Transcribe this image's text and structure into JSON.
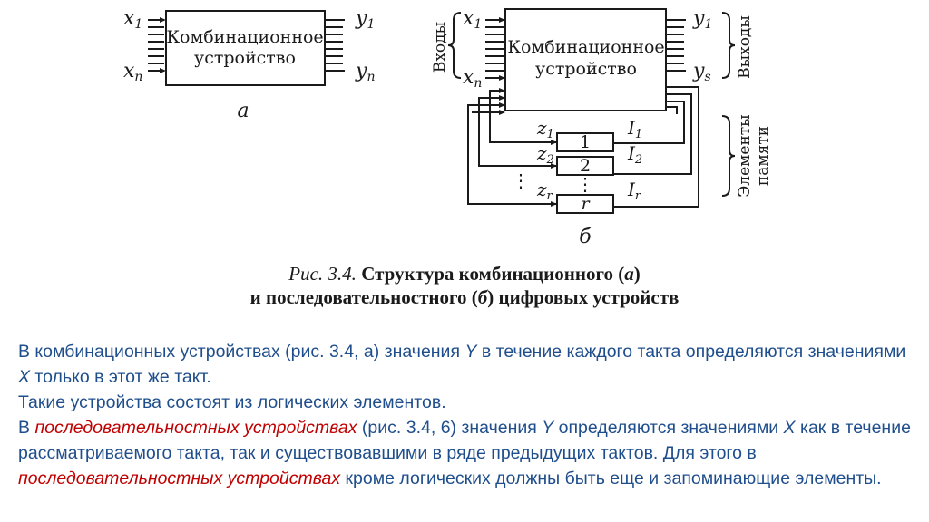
{
  "figure": {
    "a": {
      "block_label_line1": "Комбинационное",
      "block_label_line2": "устройство",
      "in_first": "x",
      "in_first_sub": "1",
      "in_last": "x",
      "in_last_sub": "n",
      "out_first": "y",
      "out_first_sub": "1",
      "out_last": "y",
      "out_last_sub": "n",
      "sublabel": "а"
    },
    "b": {
      "block_label_line1": "Комбинационное",
      "block_label_line2": "устройство",
      "inputs_label": "Входы",
      "outputs_label": "Выходы",
      "memory_label_line1": "Элементы",
      "memory_label_line2": "памяти",
      "in_first": "x",
      "in_first_sub": "1",
      "in_last": "x",
      "in_last_sub": "n",
      "out_first": "y",
      "out_first_sub": "1",
      "out_last": "y",
      "out_last_sub": "s",
      "z_labels": [
        {
          "main": "z",
          "sub": "1"
        },
        {
          "main": "z",
          "sub": "2"
        },
        {
          "main": "z",
          "sub": "r"
        }
      ],
      "i_labels": [
        {
          "main": "I",
          "sub": "1"
        },
        {
          "main": "I",
          "sub": "2"
        },
        {
          "main": "I",
          "sub": "r"
        }
      ],
      "memory_cells": [
        "1",
        "2",
        "r"
      ],
      "dots": "⋮",
      "sublabel": "б"
    }
  },
  "caption": {
    "prefix": "Рис. 3.4.",
    "line1_text": "Структура комбинационного (",
    "line1_var": "а",
    "line1_end": ")",
    "line2_text_a": "и последовательностного (",
    "line2_var": "б",
    "line2_text_b": ") цифровых устройств"
  },
  "text": {
    "p1_a": "В комбинационных устройствах (рис. 3.4, а) значения ",
    "p1_var1": "Y",
    "p1_b": " в течение каждого такта определяются значениями ",
    "p1_var2": "X",
    "p1_c": " только в этот же такт.",
    "p2": "Такие устройства состоят из логических элементов.",
    "p3_a": "В ",
    "p3_em1": "последовательностных устройствах",
    "p3_b": " (рис. 3.4, 6) значения ",
    "p3_var1": "Y",
    "p3_c": "  определяются значениями ",
    "p3_var2": "X",
    "p3_d": " как в течение рассматриваемого такта, так и существовавшими в ряде предыдущих тактов. Для этого в ",
    "p3_em2": "последовательностных устройствах",
    "p3_e": " кроме логических должны быть еще и запоминающие элементы."
  },
  "colors": {
    "body_text": "#1f4e8c",
    "emphasis": "#c00000",
    "figure_ink": "#1a1a1a"
  }
}
